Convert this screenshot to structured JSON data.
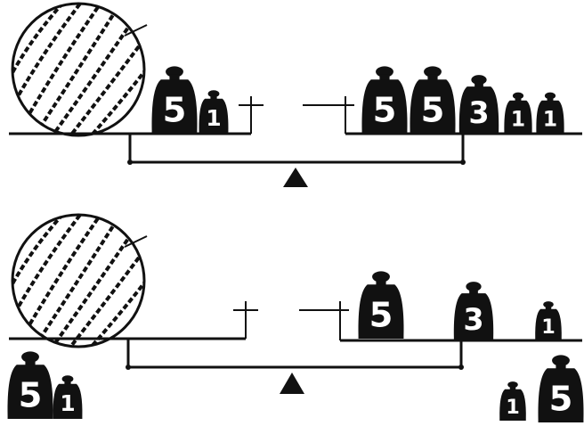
{
  "colors": {
    "ink": "#111111",
    "paper": "#ffffff"
  },
  "icons": {
    "fruit": "watermelon-icon",
    "weight": "weight-icon",
    "fulcrum": "fulcrum-triangle-icon"
  },
  "scene_top": {
    "left_pan": {
      "fruit": "watermelon",
      "weights": [
        {
          "label": "5"
        },
        {
          "label": "1"
        }
      ]
    },
    "right_pan": {
      "weights": [
        {
          "label": "5"
        },
        {
          "label": "5"
        },
        {
          "label": "3"
        },
        {
          "label": "1"
        },
        {
          "label": "1"
        }
      ]
    }
  },
  "scene_bottom": {
    "left_pan": {
      "fruit": "watermelon",
      "weights": []
    },
    "right_pan": {
      "weights": [
        {
          "label": "5"
        },
        {
          "label": "3"
        },
        {
          "label": "1"
        }
      ]
    },
    "removed_left": {
      "weights": [
        {
          "label": "5"
        },
        {
          "label": "1"
        }
      ]
    },
    "removed_right": {
      "weights": [
        {
          "label": "1"
        },
        {
          "label": "5"
        }
      ]
    }
  }
}
